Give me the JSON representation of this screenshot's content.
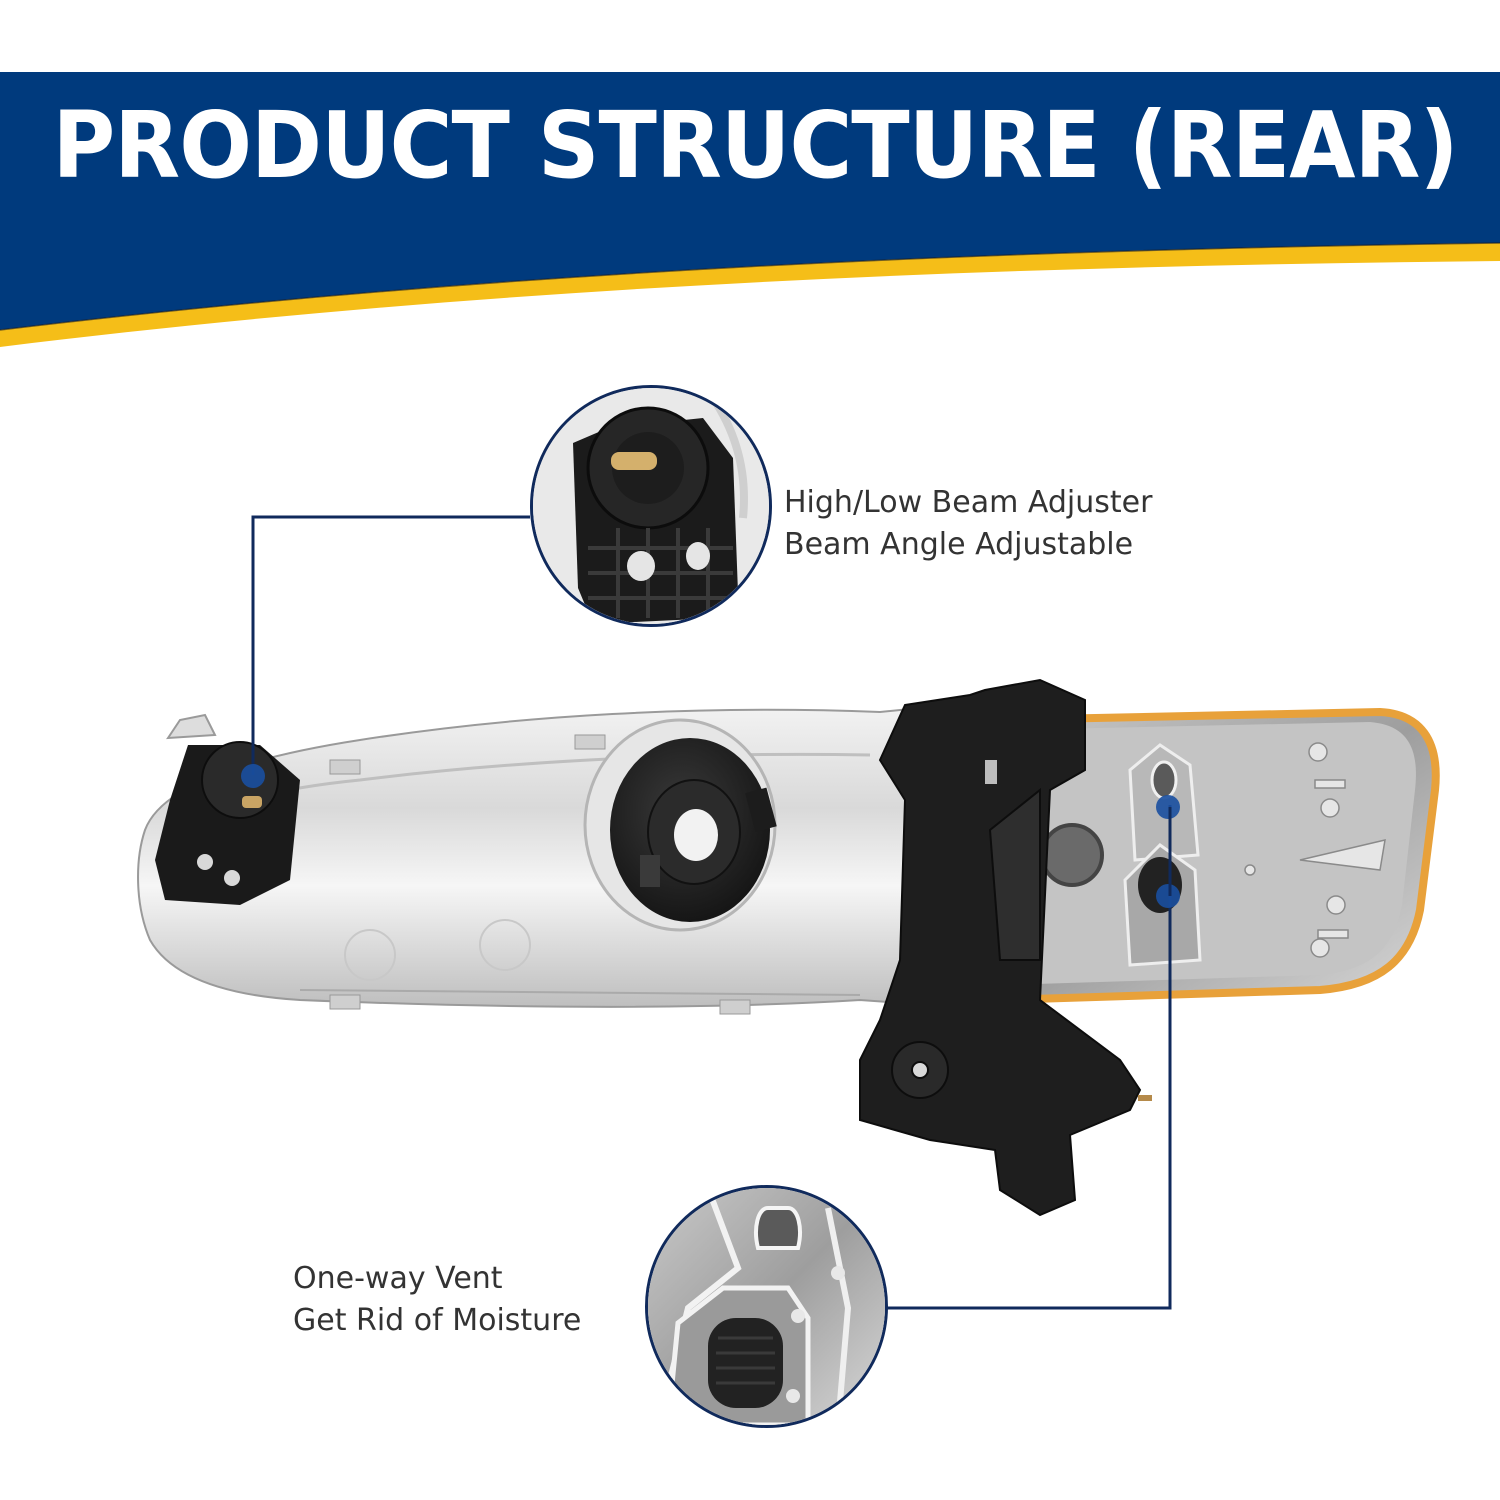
{
  "header": {
    "title": "PRODUCT STRUCTURE (REAR)",
    "colors": {
      "banner_blue": "#003A7D",
      "stripe_yellow": "#F5BE18",
      "title_text": "#FFFFFF"
    }
  },
  "callouts": [
    {
      "id": "beam-adjuster",
      "line1": "High/Low Beam Adjuster",
      "line2": "Beam Angle Adjustable",
      "icon": "adjuster-knob-closeup"
    },
    {
      "id": "vent",
      "line1": "One-way Vent",
      "line2": "Get Rid of Moisture",
      "icon": "vent-cap-closeup"
    }
  ],
  "colors": {
    "connector_line": "#102A5C",
    "marker_dot": "#1A4FA0",
    "callout_text": "#333333",
    "amber_lens": "#E8A13A"
  }
}
